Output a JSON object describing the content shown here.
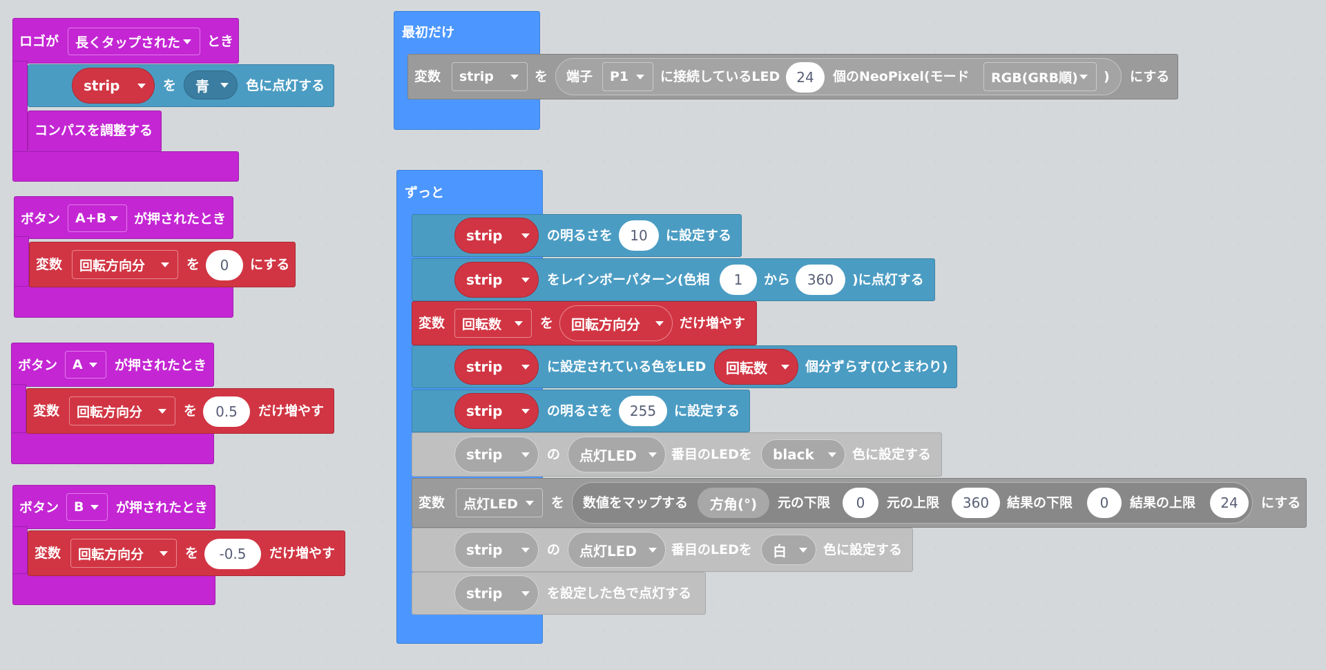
{
  "logo_block": {
    "prefix": "ロゴが",
    "gesture": "長くタップされた",
    "suffix": "とき"
  },
  "logo_show": {
    "strip": "strip",
    "wo": "を",
    "color": "青",
    "suffix": "色に点灯する"
  },
  "calibrate": {
    "label": "コンパスを調整する"
  },
  "btn_ab": {
    "prefix": "ボタン",
    "button": "A+B",
    "suffix": "が押されたとき"
  },
  "set_zero": {
    "var_word": "変数",
    "var": "回転方向分",
    "wo": "を",
    "value": "0",
    "suffix": "にする"
  },
  "btn_a": {
    "prefix": "ボタン",
    "button": "A",
    "suffix": "が押されたとき"
  },
  "inc_a": {
    "var_word": "変数",
    "var": "回転方向分",
    "wo": "を",
    "value": "0.5",
    "suffix": "だけ増やす"
  },
  "btn_b": {
    "prefix": "ボタン",
    "button": "B",
    "suffix": "が押されたとき"
  },
  "inc_b": {
    "var_word": "変数",
    "var": "回転方向分",
    "wo": "を",
    "value": "-0.5",
    "suffix": "だけ増やす"
  },
  "on_start": {
    "label": "最初だけ"
  },
  "init_strip": {
    "var_word": "変数",
    "var": "strip",
    "wo": "を",
    "pin_word": "端子",
    "pin": "P1",
    "led_text": "に接続しているLED",
    "count": "24",
    "neo_text": "個のNeoPixel(モード",
    "mode": "RGB(GRB順)",
    "close": ")",
    "suffix": "にする"
  },
  "forever": {
    "label": "ずっと"
  },
  "s1": {
    "strip": "strip",
    "text": "の明るさを",
    "value": "10",
    "suffix": "に設定する"
  },
  "s2": {
    "strip": "strip",
    "text": "をレインボーパターン(色相",
    "from": "1",
    "kara": "から",
    "to": "360",
    "suffix": ")に点灯する"
  },
  "s3": {
    "var_word": "変数",
    "var": "回転数",
    "wo": "を",
    "value": "回転方向分",
    "suffix": "だけ増やす"
  },
  "s4": {
    "strip": "strip",
    "text": "に設定されている色をLED",
    "value": "回転数",
    "suffix": "個分ずらす(ひとまわり)"
  },
  "s5": {
    "strip": "strip",
    "text": "の明るさを",
    "value": "255",
    "suffix": "に設定する"
  },
  "s6": {
    "strip": "strip",
    "no": "の",
    "led": "点灯LED",
    "text": "番目のLEDを",
    "color": "black",
    "suffix": "色に設定する"
  },
  "s7": {
    "var_word": "変数",
    "var": "点灯LED",
    "wo": "を",
    "map_text": "数値をマップする",
    "input": "方角(°)",
    "lo_text": "元の下限",
    "lo": "0",
    "hi_text": "元の上限",
    "hi": "360",
    "rlo_text": "結果の下限",
    "rlo": "0",
    "rhi_text": "結果の上限",
    "rhi": "24",
    "suffix": "にする"
  },
  "s8": {
    "strip": "strip",
    "no": "の",
    "led": "点灯LED",
    "text": "番目のLEDを",
    "color": "白",
    "suffix": "色に設定する"
  },
  "s9": {
    "strip": "strip",
    "suffix": "を設定した色で点灯する"
  }
}
